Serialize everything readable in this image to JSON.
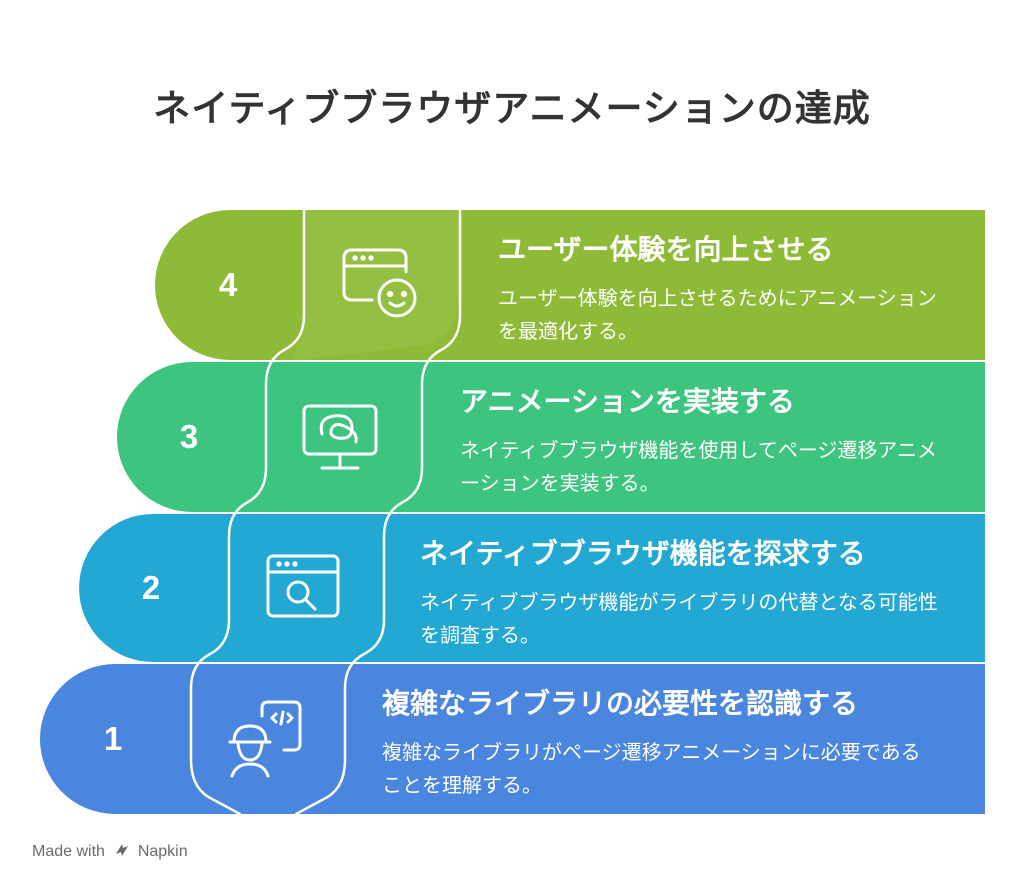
{
  "title": "ネイティブブラウザアニメーションの達成",
  "colors": {
    "step1": "#4a85de",
    "step2": "#23a8d4",
    "step3": "#3dc47e",
    "step4": "#8dbb37"
  },
  "steps": [
    {
      "number": "4",
      "title": "ユーザー体験を向上させる",
      "description": "ユーザー体験を向上させるためにアニメーションを最適化する。",
      "icon": "browser-smiley-icon"
    },
    {
      "number": "3",
      "title": "アニメーションを実装する",
      "description": "ネイティブブラウザ機能を使用してページ遷移アニメーションを実装する。",
      "icon": "monitor-swirl-icon"
    },
    {
      "number": "2",
      "title": "ネイティブブラウザ機能を探求する",
      "description": "ネイティブブラウザ機能がライブラリの代替となる可能性を調査する。",
      "icon": "browser-search-icon"
    },
    {
      "number": "1",
      "title": "複雑なライブラリの必要性を認識する",
      "description": "複雑なライブラリがページ遷移アニメーションに必要であることを理解する。",
      "icon": "developer-code-icon"
    }
  ],
  "footer": {
    "prefix": "Made with",
    "brand": "Napkin"
  }
}
